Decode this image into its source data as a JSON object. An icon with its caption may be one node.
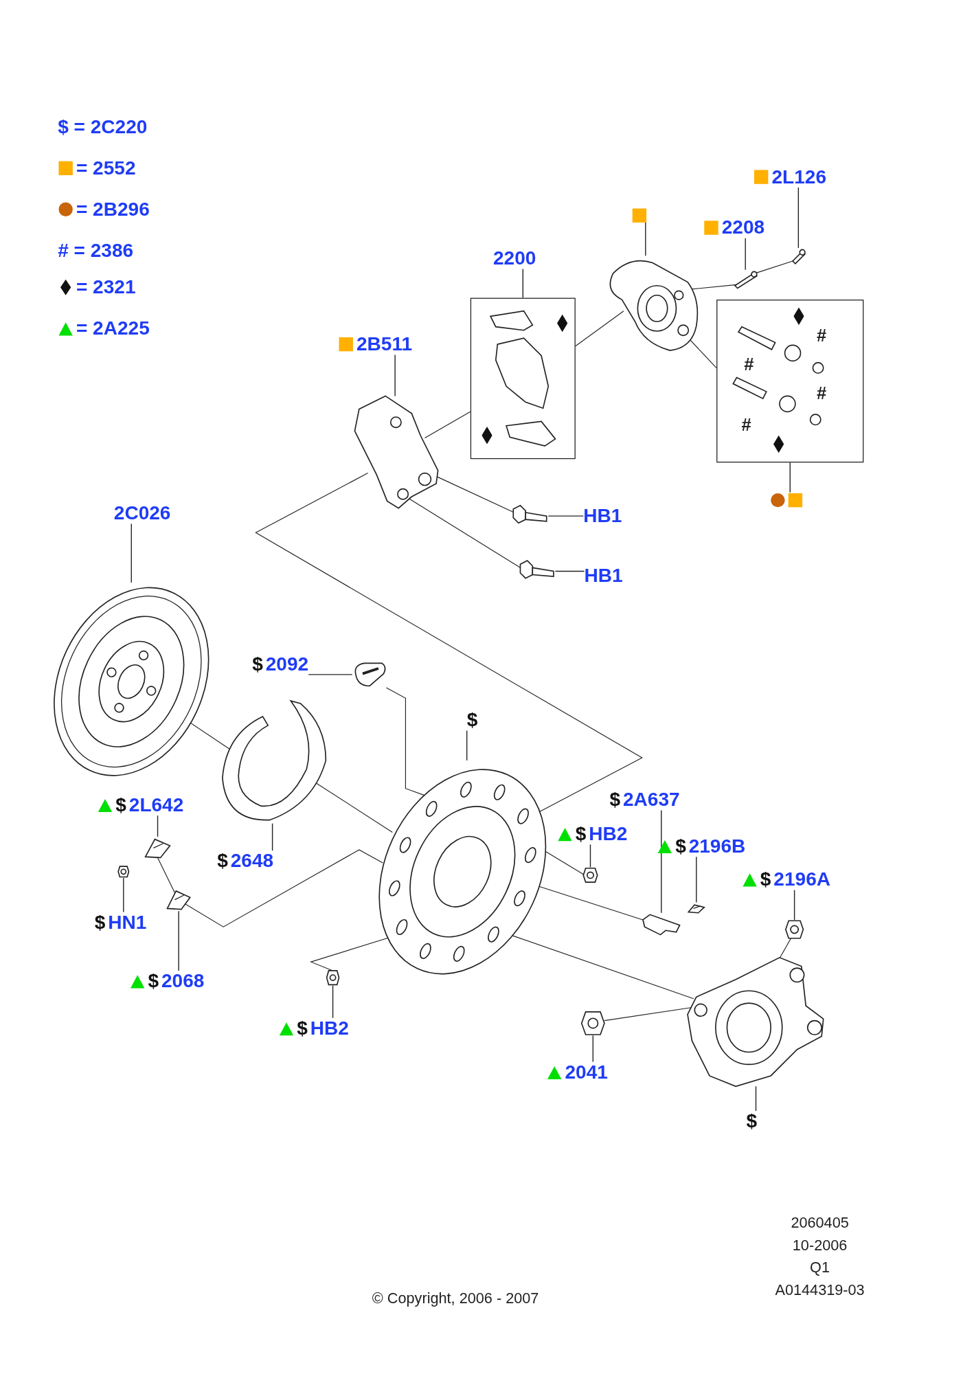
{
  "diagram": {
    "nodes": [
      {
        "text": [
          "2L126"
        ]
      },
      {
        "text": [],
        "shape": "picture"
      },
      {
        "text": [],
        "shape": "box"
      },
      {
        "text": [],
        "shape": "picture"
      },
      {
        "text": [
          "2208"
        ]
      },
      {
        "text": [],
        "shape": "picture"
      },
      {
        "text": [
          "2200"
        ]
      },
      {
        "text": [],
        "shape": "box"
      },
      {
        "text": [
          "2B511"
        ]
      },
      {
        "text": [],
        "shape": "picture"
      },
      {
        "text": [],
        "shape": "box"
      },
      {
        "text": [],
        "shape": "circle"
      },
      {
        "text": [
          "HB1"
        ]
      },
      {
        "text": [],
        "shape": "picture"
      },
      {
        "text": [
          "HB1"
        ]
      },
      {
        "text": [],
        "shape": "picture"
      },
      {
        "text": [
          "2C026"
        ]
      },
      {
        "text": [],
        "shape": "picture"
      },
      {
        "text": [
          "$",
          "2092"
        ]
      },
      {
        "text": [],
        "shape": "picture"
      },
      {
        "text": [
          "$"
        ]
      },
      {
        "text": [],
        "shape": "picture"
      },
      {
        "text": [
          "$",
          "2A637"
        ]
      },
      {
        "text": [],
        "shape": "picture"
      },
      {
        "text": [
          "$",
          "HB2"
        ]
      },
      {
        "text": [],
        "shape": "picture"
      },
      {
        "text": [
          "$",
          "2196B"
        ]
      },
      {
        "text": [],
        "shape": "picture"
      },
      {
        "text": [
          "$",
          "2196A"
        ]
      },
      {
        "text": [],
        "shape": "picture"
      },
      {
        "text": [
          "$",
          "2L642"
        ]
      },
      {
        "text": [],
        "shape": "picture"
      },
      {
        "text": [
          "$",
          "2648"
        ]
      },
      {
        "text": [],
        "shape": "picture"
      },
      {
        "text": [
          "$",
          "HN1"
        ]
      },
      {
        "text": [],
        "shape": "picture"
      },
      {
        "text": [
          "$",
          "2068"
        ]
      },
      {
        "text": [],
        "shape": "picture"
      },
      {
        "text": [
          "$",
          "HB2"
        ]
      },
      {
        "text": [],
        "shape": "picture"
      },
      {
        "text": [
          "2041"
        ]
      },
      {
        "text": [],
        "shape": "picture"
      },
      {
        "text": [
          "$"
        ]
      },
      {
        "text": [],
        "shape": "picture"
      }
    ],
    "edges": [
      {
        "from": 0,
        "to": 1,
        "arrow": "none"
      },
      {
        "from": 2,
        "to": 3,
        "arrow": "none"
      },
      {
        "from": 4,
        "to": 5,
        "arrow": "none"
      },
      {
        "from": 6,
        "to": 7,
        "arrow": "none"
      },
      {
        "from": 8,
        "to": 9,
        "arrow": "none"
      },
      {
        "from": 11,
        "to": 10,
        "arrow": "none"
      },
      {
        "from": 12,
        "to": 13,
        "arrow": "none"
      },
      {
        "from": 14,
        "to": 15,
        "arrow": "none"
      },
      {
        "from": 16,
        "to": 17,
        "arrow": "none"
      },
      {
        "from": 18,
        "to": 19,
        "arrow": "none"
      },
      {
        "from": 20,
        "to": 21,
        "arrow": "none"
      },
      {
        "from": 22,
        "to": 23,
        "arrow": "none"
      },
      {
        "from": 24,
        "to": 25,
        "arrow": "none"
      },
      {
        "from": 26,
        "to": 27,
        "arrow": "none"
      },
      {
        "from": 28,
        "to": 29,
        "arrow": "none"
      },
      {
        "from": 30,
        "to": 31,
        "arrow": "none"
      },
      {
        "from": 32,
        "to": 33,
        "arrow": "none"
      },
      {
        "from": 34,
        "to": 35,
        "arrow": "none"
      },
      {
        "from": 36,
        "to": 37,
        "arrow": "none"
      },
      {
        "from": 38,
        "to": 39,
        "arrow": "none"
      },
      {
        "from": 40,
        "to": 41,
        "arrow": "none"
      },
      {
        "from": 42,
        "to": 43,
        "arrow": "none"
      },
      {
        "from": 9,
        "to": 21,
        "arrow": "none"
      },
      {
        "from": 7,
        "to": 3,
        "arrow": "none"
      },
      {
        "from": 9,
        "to": 7,
        "arrow": "none"
      },
      {
        "from": 9,
        "to": 13,
        "arrow": "none"
      },
      {
        "from": 9,
        "to": 15,
        "arrow": "none"
      },
      {
        "from": 3,
        "to": 10,
        "arrow": "none"
      },
      {
        "from": 3,
        "to": 5,
        "arrow": "none"
      },
      {
        "from": 5,
        "to": 1,
        "arrow": "none"
      },
      {
        "from": 17,
        "to": 33,
        "arrow": "none"
      },
      {
        "from": 33,
        "to": 21,
        "arrow": "none"
      },
      {
        "from": 19,
        "to": 21,
        "arrow": "none"
      },
      {
        "from": 37,
        "to": 21,
        "arrow": "none"
      },
      {
        "from": 39,
        "to": 21,
        "arrow": "none"
      },
      {
        "from": 21,
        "to": 43,
        "arrow": "none"
      },
      {
        "from": 41,
        "to": 43,
        "arrow": "none"
      },
      {
        "from": 29,
        "to": 43,
        "arrow": "none"
      },
      {
        "from": 21,
        "to": 23,
        "arrow": "none"
      },
      {
        "from": 21,
        "to": 25,
        "arrow": "none"
      },
      {
        "from": 31,
        "to": 37,
        "arrow": "none"
      }
    ],
    "labels": [
      "#",
      "#",
      "#",
      "#",
      "2060405",
      "10-2006",
      "Q1",
      "A0144319-03",
      "© Copyright, 2006 - 2007"
    ],
    "legend": [
      {
        "text": "$ = 2C220"
      },
      {
        "text": "= 2552",
        "color": "#ffb000"
      },
      {
        "text": "= 2B296",
        "color": "#c8640a"
      },
      {
        "text": "# = 2386"
      },
      {
        "text": "= 2321"
      },
      {
        "text": "= 2A225",
        "color": "#00e000"
      }
    ]
  }
}
